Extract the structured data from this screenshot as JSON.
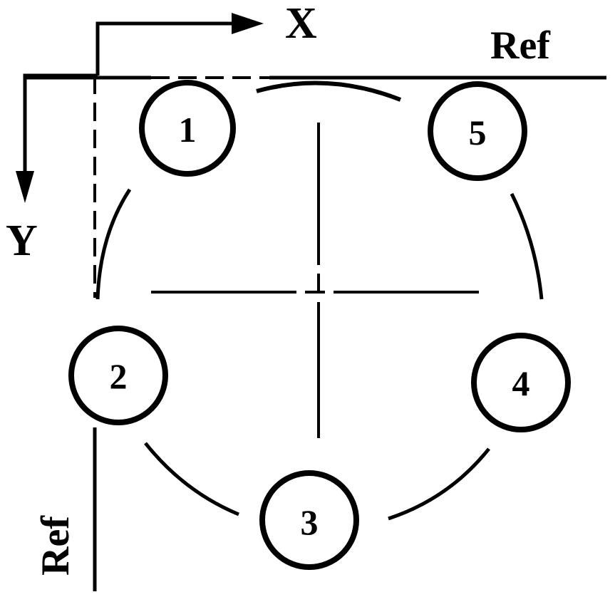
{
  "diagram": {
    "axis_x_label": "X",
    "axis_y_label": "Y",
    "ref_top_label": "Ref",
    "ref_left_label": "Ref",
    "holes": [
      {
        "label": "1"
      },
      {
        "label": "2"
      },
      {
        "label": "3"
      },
      {
        "label": "4"
      },
      {
        "label": "5"
      }
    ]
  }
}
